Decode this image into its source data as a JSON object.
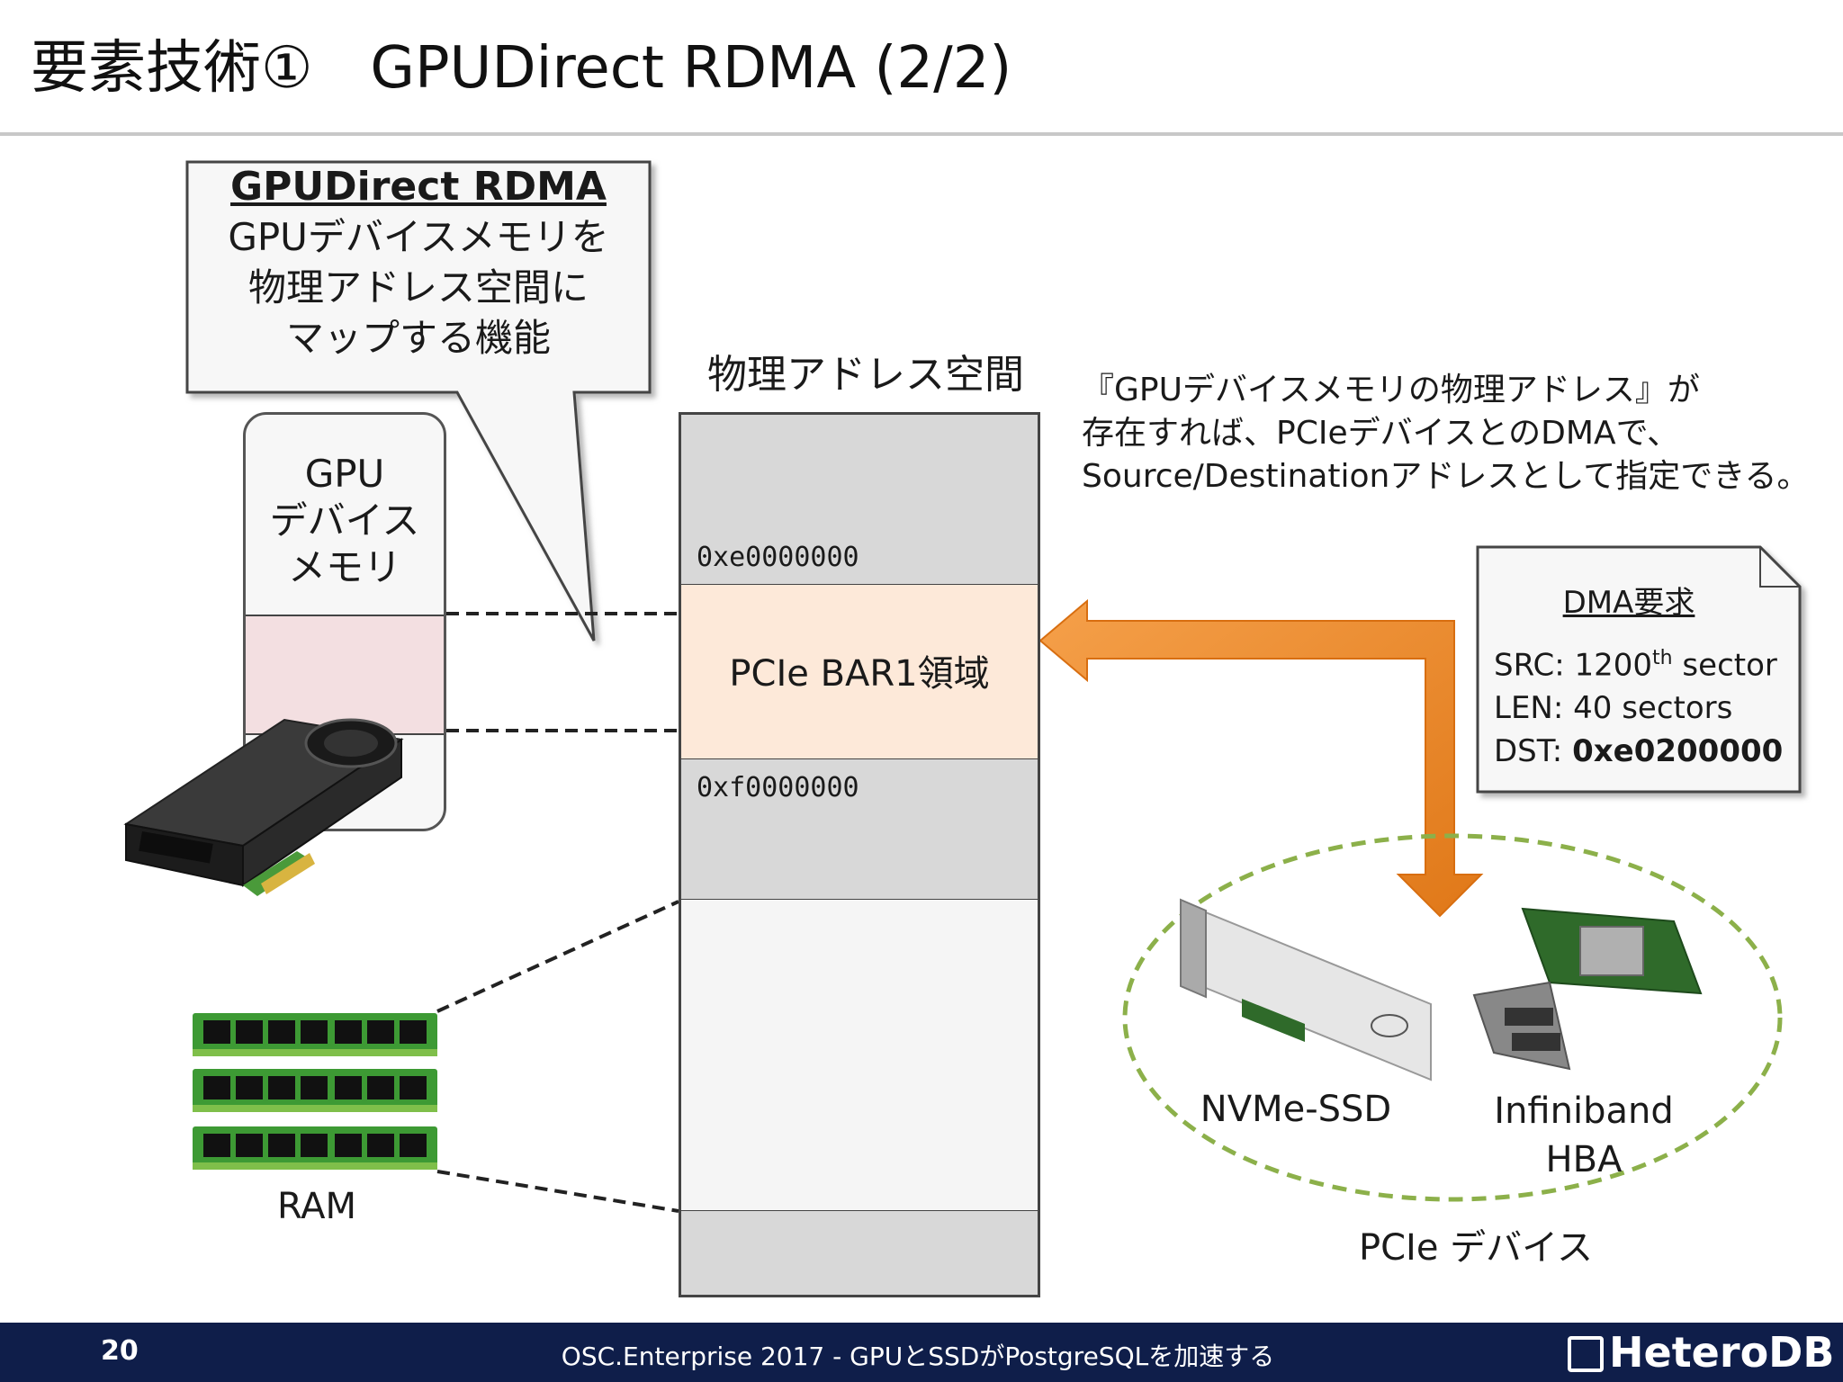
{
  "slide": {
    "title": "要素技術①　GPUDirect RDMA (2/2)"
  },
  "callout": {
    "heading": "GPUDirect RDMA",
    "lines": [
      "GPUデバイスメモリを",
      "物理アドレス空間に",
      "マップする機能"
    ]
  },
  "gpu_memory": {
    "label_lines": [
      "GPU",
      "デバイス",
      "メモリ"
    ]
  },
  "address_space": {
    "title": "物理アドレス空間",
    "addr_top": "0xe0000000",
    "addr_bottom": "0xf0000000",
    "bar_label": "PCIe BAR1領域"
  },
  "description": {
    "lines": [
      "『GPUデバイスメモリの物理アドレス』が",
      "存在すれば、PCIeデバイスとのDMAで、",
      "Source/Destinationアドレスとして指定できる。"
    ]
  },
  "dma_request": {
    "heading": "DMA要求",
    "src_prefix": "SRC: 1200",
    "src_sup": "th",
    "src_suffix": " sector",
    "len": "LEN: 40 sectors",
    "dst_label": "DST: ",
    "dst_value": "0xe0200000"
  },
  "devices": {
    "nvme": "NVMe-SSD",
    "ib_line1": "Infiniband",
    "ib_line2": "HBA",
    "group_label": "PCIe デバイス"
  },
  "ram": {
    "label": "RAM"
  },
  "footer": {
    "page": "20",
    "text": "OSC.Enterprise 2017 - GPUとSSDがPostgreSQLを加速する",
    "logo": "HeteroDB"
  },
  "colors": {
    "arrow": "#f08a2a",
    "ellipse": "#8cb04a",
    "footer_bg": "#0f1e4a",
    "bar_fill": "#fde9d9"
  }
}
